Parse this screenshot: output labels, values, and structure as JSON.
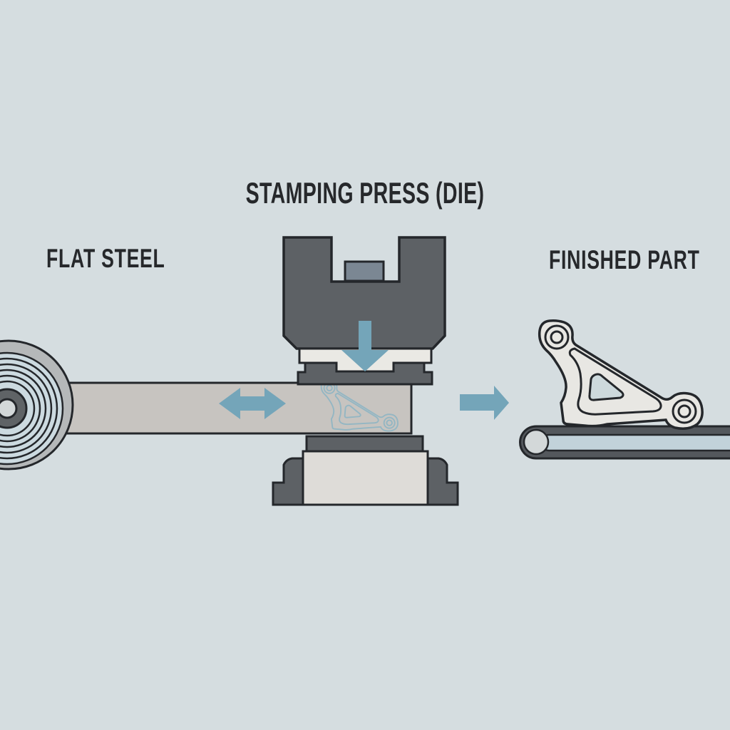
{
  "diagram": {
    "labels": {
      "press": "STAMPING PRESS (DIE)",
      "material": "FLAT STEEL",
      "output": "FINISHED PART"
    },
    "flow": [
      "flat-steel-coil",
      "stamping-press-die",
      "finished-part"
    ],
    "icons": {
      "feed_arrow": "left-right-arrow",
      "press_arrow": "down-arrow",
      "output_arrow": "right-arrow"
    }
  },
  "colors": {
    "bg": "#d5dde0",
    "outline": "#24272b",
    "press_dark": "#5d6165",
    "plate_light": "#eae9e4",
    "die_block": "#dedcd8",
    "strip": "#c7c4c0",
    "arrow_blue": "#74a5b9",
    "notch_block": "#7b8793",
    "coil_ring": "#ccdae0",
    "coil_outer": "#b5b8b9",
    "coil_hub": "#5f6366",
    "coil_hole": "#d3d8d9",
    "belt_dark": "#54585d",
    "belt_inner": "#c2d2da",
    "part_fill": "#e8e7e3",
    "part_hole": "#cdd9dc",
    "ghost_blue": "#8ab4c4",
    "label_text": "#26282b"
  }
}
